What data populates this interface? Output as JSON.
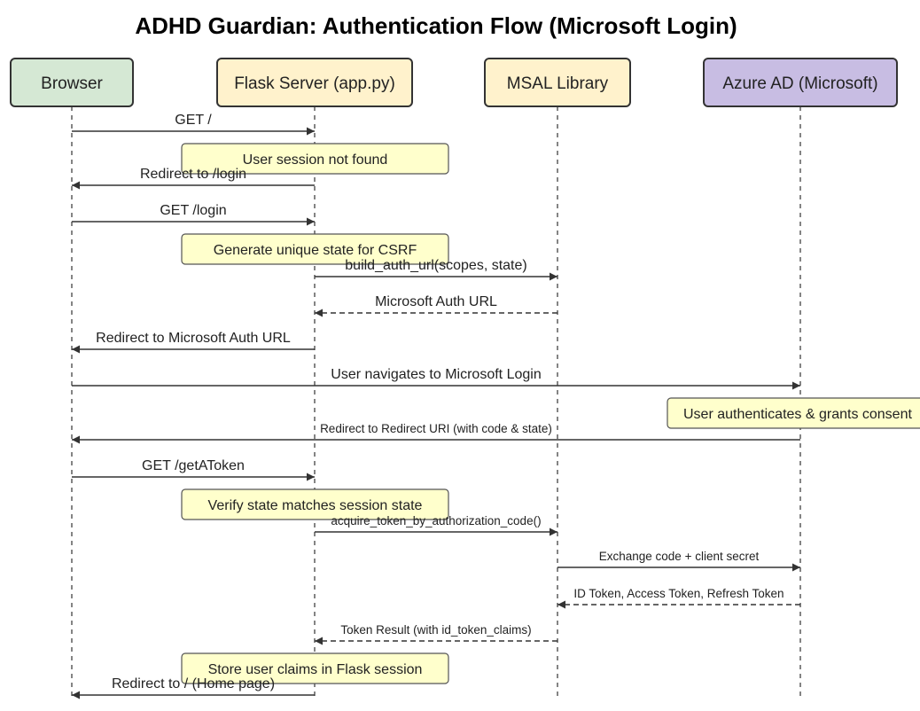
{
  "title": "ADHD Guardian: Authentication Flow (Microsoft Login)",
  "colors": {
    "browser": "#d5e8d4",
    "flask": "#fff2cc",
    "msal": "#fff2cc",
    "azure": "#c8bde3",
    "note": "#ffffcc",
    "line": "#333333"
  },
  "participants": [
    {
      "id": "browser",
      "label": "Browser"
    },
    {
      "id": "flask",
      "label": "Flask Server (app.py)"
    },
    {
      "id": "msal",
      "label": "MSAL Library"
    },
    {
      "id": "azure",
      "label": "Azure AD (Microsoft)"
    }
  ],
  "steps": [
    {
      "kind": "message",
      "from": "browser",
      "to": "flask",
      "label": "GET /",
      "style": "solid"
    },
    {
      "kind": "note",
      "over": [
        "browser",
        "flask"
      ],
      "label": "User session not found"
    },
    {
      "kind": "message",
      "from": "flask",
      "to": "browser",
      "label": "Redirect to /login",
      "style": "solid"
    },
    {
      "kind": "message",
      "from": "browser",
      "to": "flask",
      "label": "GET /login",
      "style": "solid"
    },
    {
      "kind": "note",
      "over": [
        "browser",
        "flask"
      ],
      "label": "Generate unique state for CSRF"
    },
    {
      "kind": "message",
      "from": "flask",
      "to": "msal",
      "label": "build_auth_url(scopes, state)",
      "style": "solid"
    },
    {
      "kind": "message",
      "from": "msal",
      "to": "flask",
      "label": "Microsoft Auth URL",
      "style": "dashed"
    },
    {
      "kind": "message",
      "from": "flask",
      "to": "browser",
      "label": "Redirect to Microsoft Auth URL",
      "style": "solid"
    },
    {
      "kind": "message",
      "from": "browser",
      "to": "azure",
      "label": "User navigates to Microsoft Login",
      "style": "solid"
    },
    {
      "kind": "note",
      "over": [
        "azure"
      ],
      "label": "User authenticates & grants consent"
    },
    {
      "kind": "message",
      "from": "azure",
      "to": "browser",
      "label": "Redirect to Redirect URI (with code & state)",
      "style": "solid",
      "small": true
    },
    {
      "kind": "message",
      "from": "browser",
      "to": "flask",
      "label": "GET /getAToken",
      "style": "solid"
    },
    {
      "kind": "note",
      "over": [
        "browser",
        "flask"
      ],
      "label": "Verify state matches session state"
    },
    {
      "kind": "message",
      "from": "flask",
      "to": "msal",
      "label": "acquire_token_by_authorization_code()",
      "style": "solid",
      "small": true
    },
    {
      "kind": "message",
      "from": "msal",
      "to": "azure",
      "label": "Exchange code + client secret",
      "style": "solid",
      "small": true
    },
    {
      "kind": "message",
      "from": "azure",
      "to": "msal",
      "label": "ID Token, Access Token, Refresh Token",
      "style": "dashed",
      "small": true
    },
    {
      "kind": "message",
      "from": "msal",
      "to": "flask",
      "label": "Token Result (with id_token_claims)",
      "style": "dashed",
      "small": true
    },
    {
      "kind": "note",
      "over": [
        "browser",
        "flask"
      ],
      "label": "Store user claims in Flask session"
    },
    {
      "kind": "message",
      "from": "flask",
      "to": "browser",
      "label": "Redirect to / (Home page)",
      "style": "solid"
    }
  ]
}
